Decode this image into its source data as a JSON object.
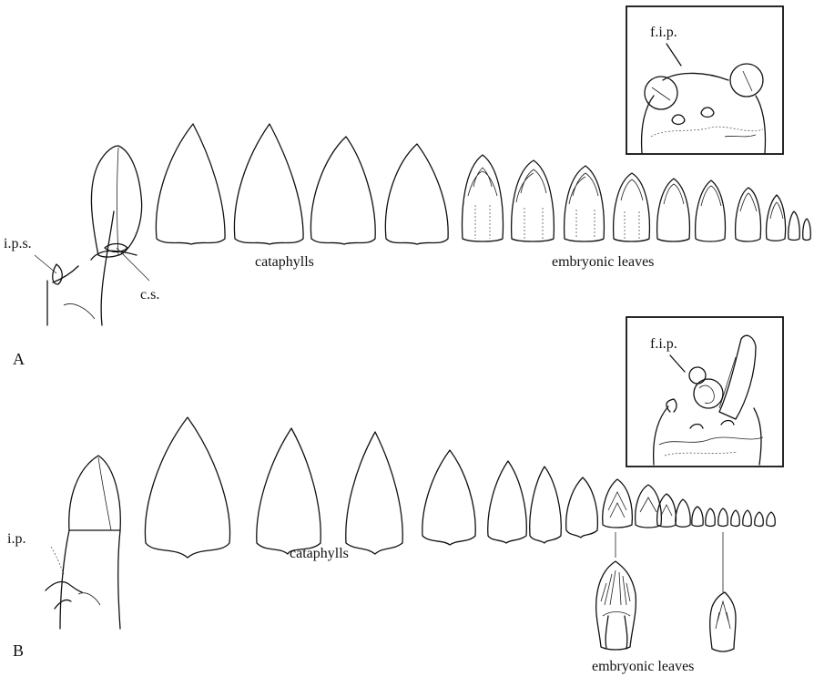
{
  "panels": [
    {
      "letter": "A",
      "labels": {
        "fip": "f.i.p.",
        "ips": "i.p.s.",
        "cs": "c.s.",
        "cataphylls": "cataphylls",
        "embryonic": "embryonic leaves"
      }
    },
    {
      "letter": "B",
      "labels": {
        "fip": "f.i.p.",
        "ip": "i.p.",
        "cataphylls": "cataphylls",
        "embryonic": "embryonic leaves"
      }
    }
  ],
  "colors": {
    "ink": "#111111",
    "background": "#ffffff"
  }
}
